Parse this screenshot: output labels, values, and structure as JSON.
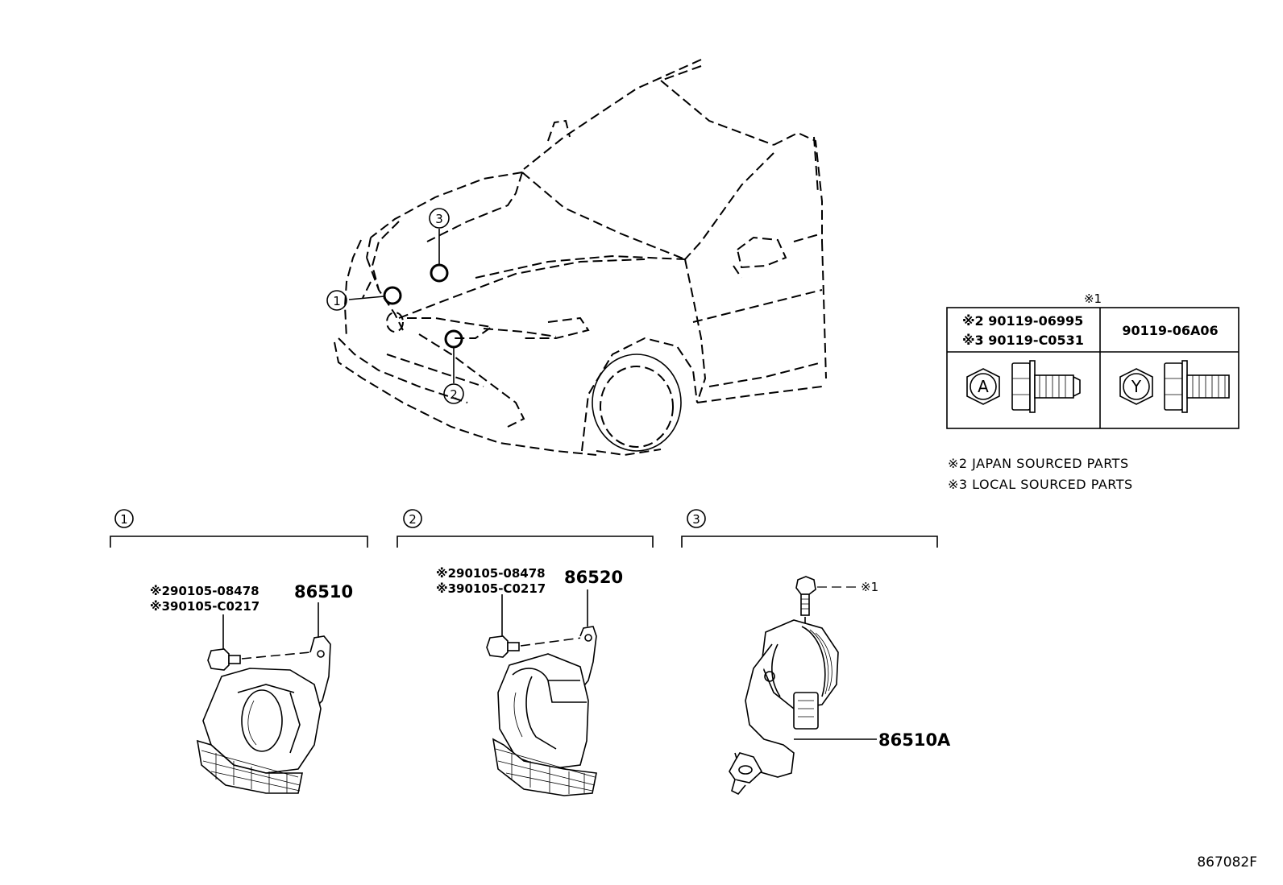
{
  "callouts": {
    "c1": "1",
    "c2": "2",
    "c3": "3"
  },
  "fastener_table": {
    "note": "※1",
    "col1_line1": "※2 90119-06995",
    "col1_line2": "※3 90119-C0531",
    "col2": "90119-06A06",
    "symbol_a": "A",
    "symbol_y": "Y"
  },
  "notes": {
    "japan": "※2 JAPAN SOURCED PARTS",
    "local": "※3 LOCAL SOURCED PARTS"
  },
  "section1": {
    "num": "1",
    "bolt_line1": "※290105-08478",
    "bolt_line2": "※390105-C0217",
    "part": "86510"
  },
  "section2": {
    "num": "2",
    "bolt_line1": "※290105-08478",
    "bolt_line2": "※390105-C0217",
    "part": "86520"
  },
  "section3": {
    "num": "3",
    "bolt_ref": "※1",
    "part": "86510A"
  },
  "figure_id": "867082F"
}
